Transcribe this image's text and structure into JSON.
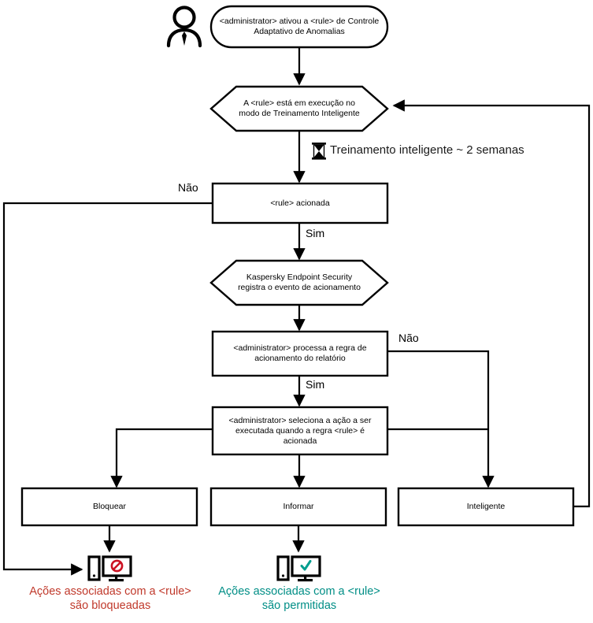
{
  "diagram": {
    "title": "Adaptive Anomaly Control rule flowchart",
    "actor_icon": "person-icon",
    "nodes": {
      "start": {
        "shape": "rounded-rectangle",
        "text": "<administrator> ativou a <rule> de Controle Adaptativo de Anomalias"
      },
      "smart_training_check": {
        "shape": "hexagon",
        "text": "A <rule> está em execução no modo de Treinamento Inteligente"
      },
      "rule_triggered": {
        "shape": "rectangle",
        "text": "<rule> acionada"
      },
      "kes_registers": {
        "shape": "hexagon",
        "text": "Kaspersky Endpoint Security registra o evento de acionamento"
      },
      "admin_processes": {
        "shape": "rectangle",
        "text": "<administrator> processa a regra de acionamento do relatório"
      },
      "admin_selects": {
        "shape": "rectangle",
        "text": "<administrator> seleciona a ação a ser executada quando a regra <rule> é acionada"
      },
      "action_block": {
        "shape": "rectangle",
        "text": "Bloquear"
      },
      "action_inform": {
        "shape": "rectangle",
        "text": "Informar"
      },
      "action_smart": {
        "shape": "rectangle",
        "text": "Inteligente"
      }
    },
    "notes": [
      {
        "icon": "hourglass-icon",
        "text": "Treinamento inteligente ~ 2 semanas"
      }
    ],
    "edge_labels": {
      "no_from_rule_triggered": "Não",
      "yes_from_rule_triggered": "Sim",
      "no_from_admin_processes": "Não",
      "yes_from_admin_processes": "Sim"
    },
    "outcomes": [
      {
        "icon": "computer-blocked-icon",
        "text_line1": "Ações associadas com a <rule>",
        "text_line2": "são bloqueadas",
        "color": "#c0392b"
      },
      {
        "icon": "computer-allowed-icon",
        "text_line1": "Ações associadas com a <rule>",
        "text_line2": "são permitidas",
        "color": "#008e86"
      }
    ],
    "colors": {
      "stroke": "#000000",
      "fill": "#ffffff",
      "blocked": "#c0392b",
      "allowed": "#008e86",
      "note_text": "#1a1a1a"
    }
  }
}
